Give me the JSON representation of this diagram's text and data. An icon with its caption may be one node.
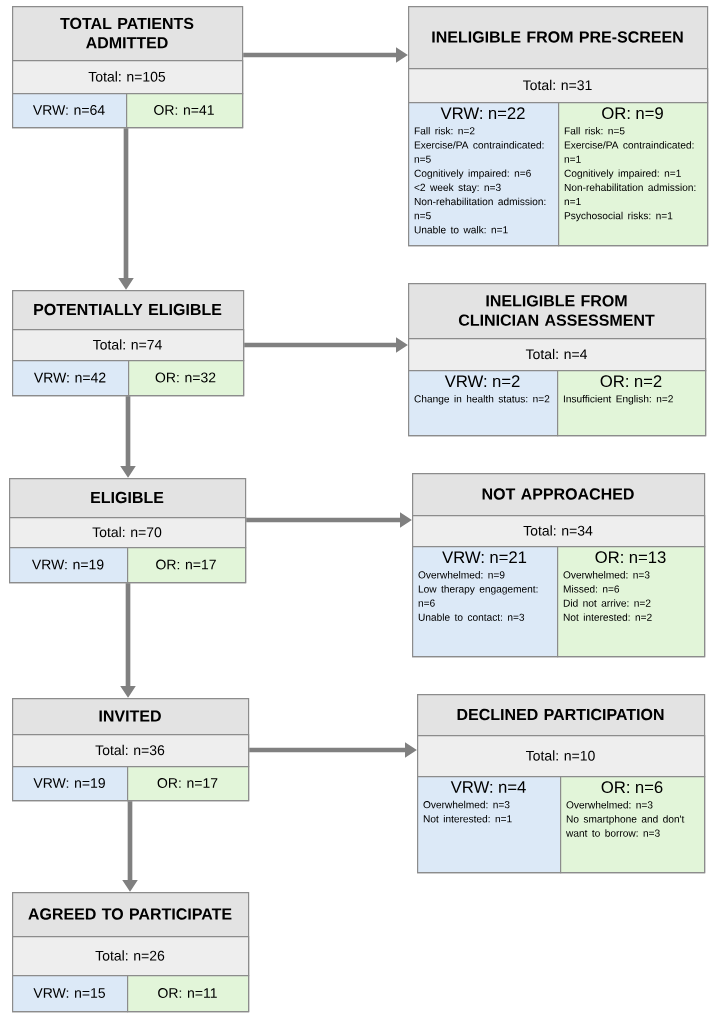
{
  "diagram": {
    "nodes": [
      {
        "text": [
          "TOTAL PATIENTS ADMITTED"
        ]
      },
      {
        "text": [
          "Total: n=105"
        ],
        "in": 0
      },
      {
        "text": [
          "VRW: n=64"
        ],
        "in": 0
      },
      {
        "text": [
          "OR: n=41"
        ],
        "in": 0
      },
      {
        "text": [
          "INELIGIBLE FROM PRE-SCREEN"
        ]
      },
      {
        "text": [
          "Total: n=31"
        ],
        "in": 4
      },
      {
        "text": [
          "VRW: n=22",
          "Fall risk: n=2",
          "Exercise/PA contraindicated: n=5",
          "Cognitively impaired: n=6",
          "<2 week stay: n=3",
          "Non-rehabilitation admission: n=5",
          "Unable to walk: n=1"
        ],
        "in": 4
      },
      {
        "text": [
          "OR: n=9",
          "Fall risk: n=5",
          "Exercise/PA contraindicated: n=1",
          "Cognitively impaired: n=1",
          "Non-rehabilitation admission: n=1",
          "Psychosocial risks: n=1"
        ],
        "in": 4
      },
      {
        "text": [
          "POTENTIALLY ELIGIBLE"
        ]
      },
      {
        "text": [
          "Total: n=74"
        ],
        "in": 8
      },
      {
        "text": [
          "VRW: n=42"
        ],
        "in": 8
      },
      {
        "text": [
          "OR: n=32"
        ],
        "in": 8
      },
      {
        "text": [
          "INELIGIBLE FROM CLINICIAN ASSESSMENT"
        ]
      },
      {
        "text": [
          "Total: n=4"
        ],
        "in": 12
      },
      {
        "text": [
          "VRW: n=2",
          "Change in health status: n=2"
        ],
        "in": 12
      },
      {
        "text": [
          "OR: n=2",
          "Insufficient English: n=2"
        ],
        "in": 12
      },
      {
        "text": [
          "ELIGIBLE"
        ]
      },
      {
        "text": [
          "Total: n=70"
        ],
        "in": 16
      },
      {
        "text": [
          "VRW: n=19"
        ],
        "in": 16
      },
      {
        "text": [
          "OR: n=17"
        ],
        "in": 16
      },
      {
        "text": [
          "NOT APPROACHED"
        ]
      },
      {
        "text": [
          "Total: n=34"
        ],
        "in": 20
      },
      {
        "text": [
          "VRW: n=21",
          "Overwhelmed: n=9",
          "Low therapy engagement: n=6",
          "Unable to contact: n=3"
        ],
        "in": 20
      },
      {
        "text": [
          "OR: n=13",
          "Overwhelmed: n=3",
          "Missed: n=6",
          "Did not arrive: n=2",
          "Not interested: n=2"
        ],
        "in": 20
      },
      {
        "text": [
          "INVITED"
        ]
      },
      {
        "text": [
          "Total: n=36"
        ],
        "in": 24
      },
      {
        "text": [
          "VRW: n=19"
        ],
        "in": 24
      },
      {
        "text": [
          "OR: n=17"
        ],
        "in": 24
      },
      {
        "text": [
          "DECLINED PARTICIPATION"
        ]
      },
      {
        "text": [
          "Total: n=10"
        ],
        "in": 28
      },
      {
        "text": [
          "VRW: n=4",
          "Overwhelmed: n=3",
          "Not interested: n=1"
        ],
        "in": 28
      },
      {
        "text": [
          "OR: n=6",
          "Overwhelmed: n=3",
          "No smartphone and don't want to borrow: n=3"
        ],
        "in": 28
      },
      {
        "text": [
          "AGREED TO PARTICIPATE"
        ]
      },
      {
        "text": [
          "Total: n=26"
        ],
        "in": 32
      },
      {
        "text": [
          "VRW: n=15"
        ],
        "in": 32
      },
      {
        "text": [
          "OR: n=11"
        ],
        "in": 32
      }
    ],
    "edges": [
      {
        "from": 0,
        "to": 4,
        "arrow": "to"
      },
      {
        "from": 0,
        "to": 8,
        "arrow": "to"
      },
      {
        "from": 8,
        "to": 12,
        "arrow": "to"
      },
      {
        "from": 8,
        "to": 16,
        "arrow": "to"
      },
      {
        "from": 16,
        "to": 20,
        "arrow": "to"
      },
      {
        "from": 16,
        "to": 24,
        "arrow": "to"
      },
      {
        "from": 24,
        "to": 28,
        "arrow": "to"
      },
      {
        "from": 24,
        "to": 32,
        "arrow": "to"
      }
    ]
  }
}
